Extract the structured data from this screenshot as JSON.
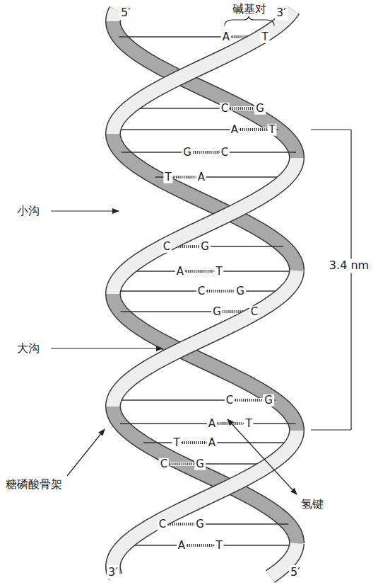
{
  "diagram": {
    "labels": [
      "5′",
      "碱基对",
      "3′",
      "A",
      "T",
      "C",
      "G",
      "A",
      "T",
      "G",
      "C",
      "T",
      "A",
      "C",
      "G",
      "A",
      "T",
      "C",
      "G",
      "G",
      "C",
      "C",
      "G",
      "A",
      "T",
      "T",
      "A",
      "C",
      "G",
      "C",
      "G",
      "A",
      "T",
      "小沟",
      "3.4 nm",
      "大沟",
      "糖磷酸骨架",
      "氢键",
      "3′",
      "5′"
    ]
  }
}
